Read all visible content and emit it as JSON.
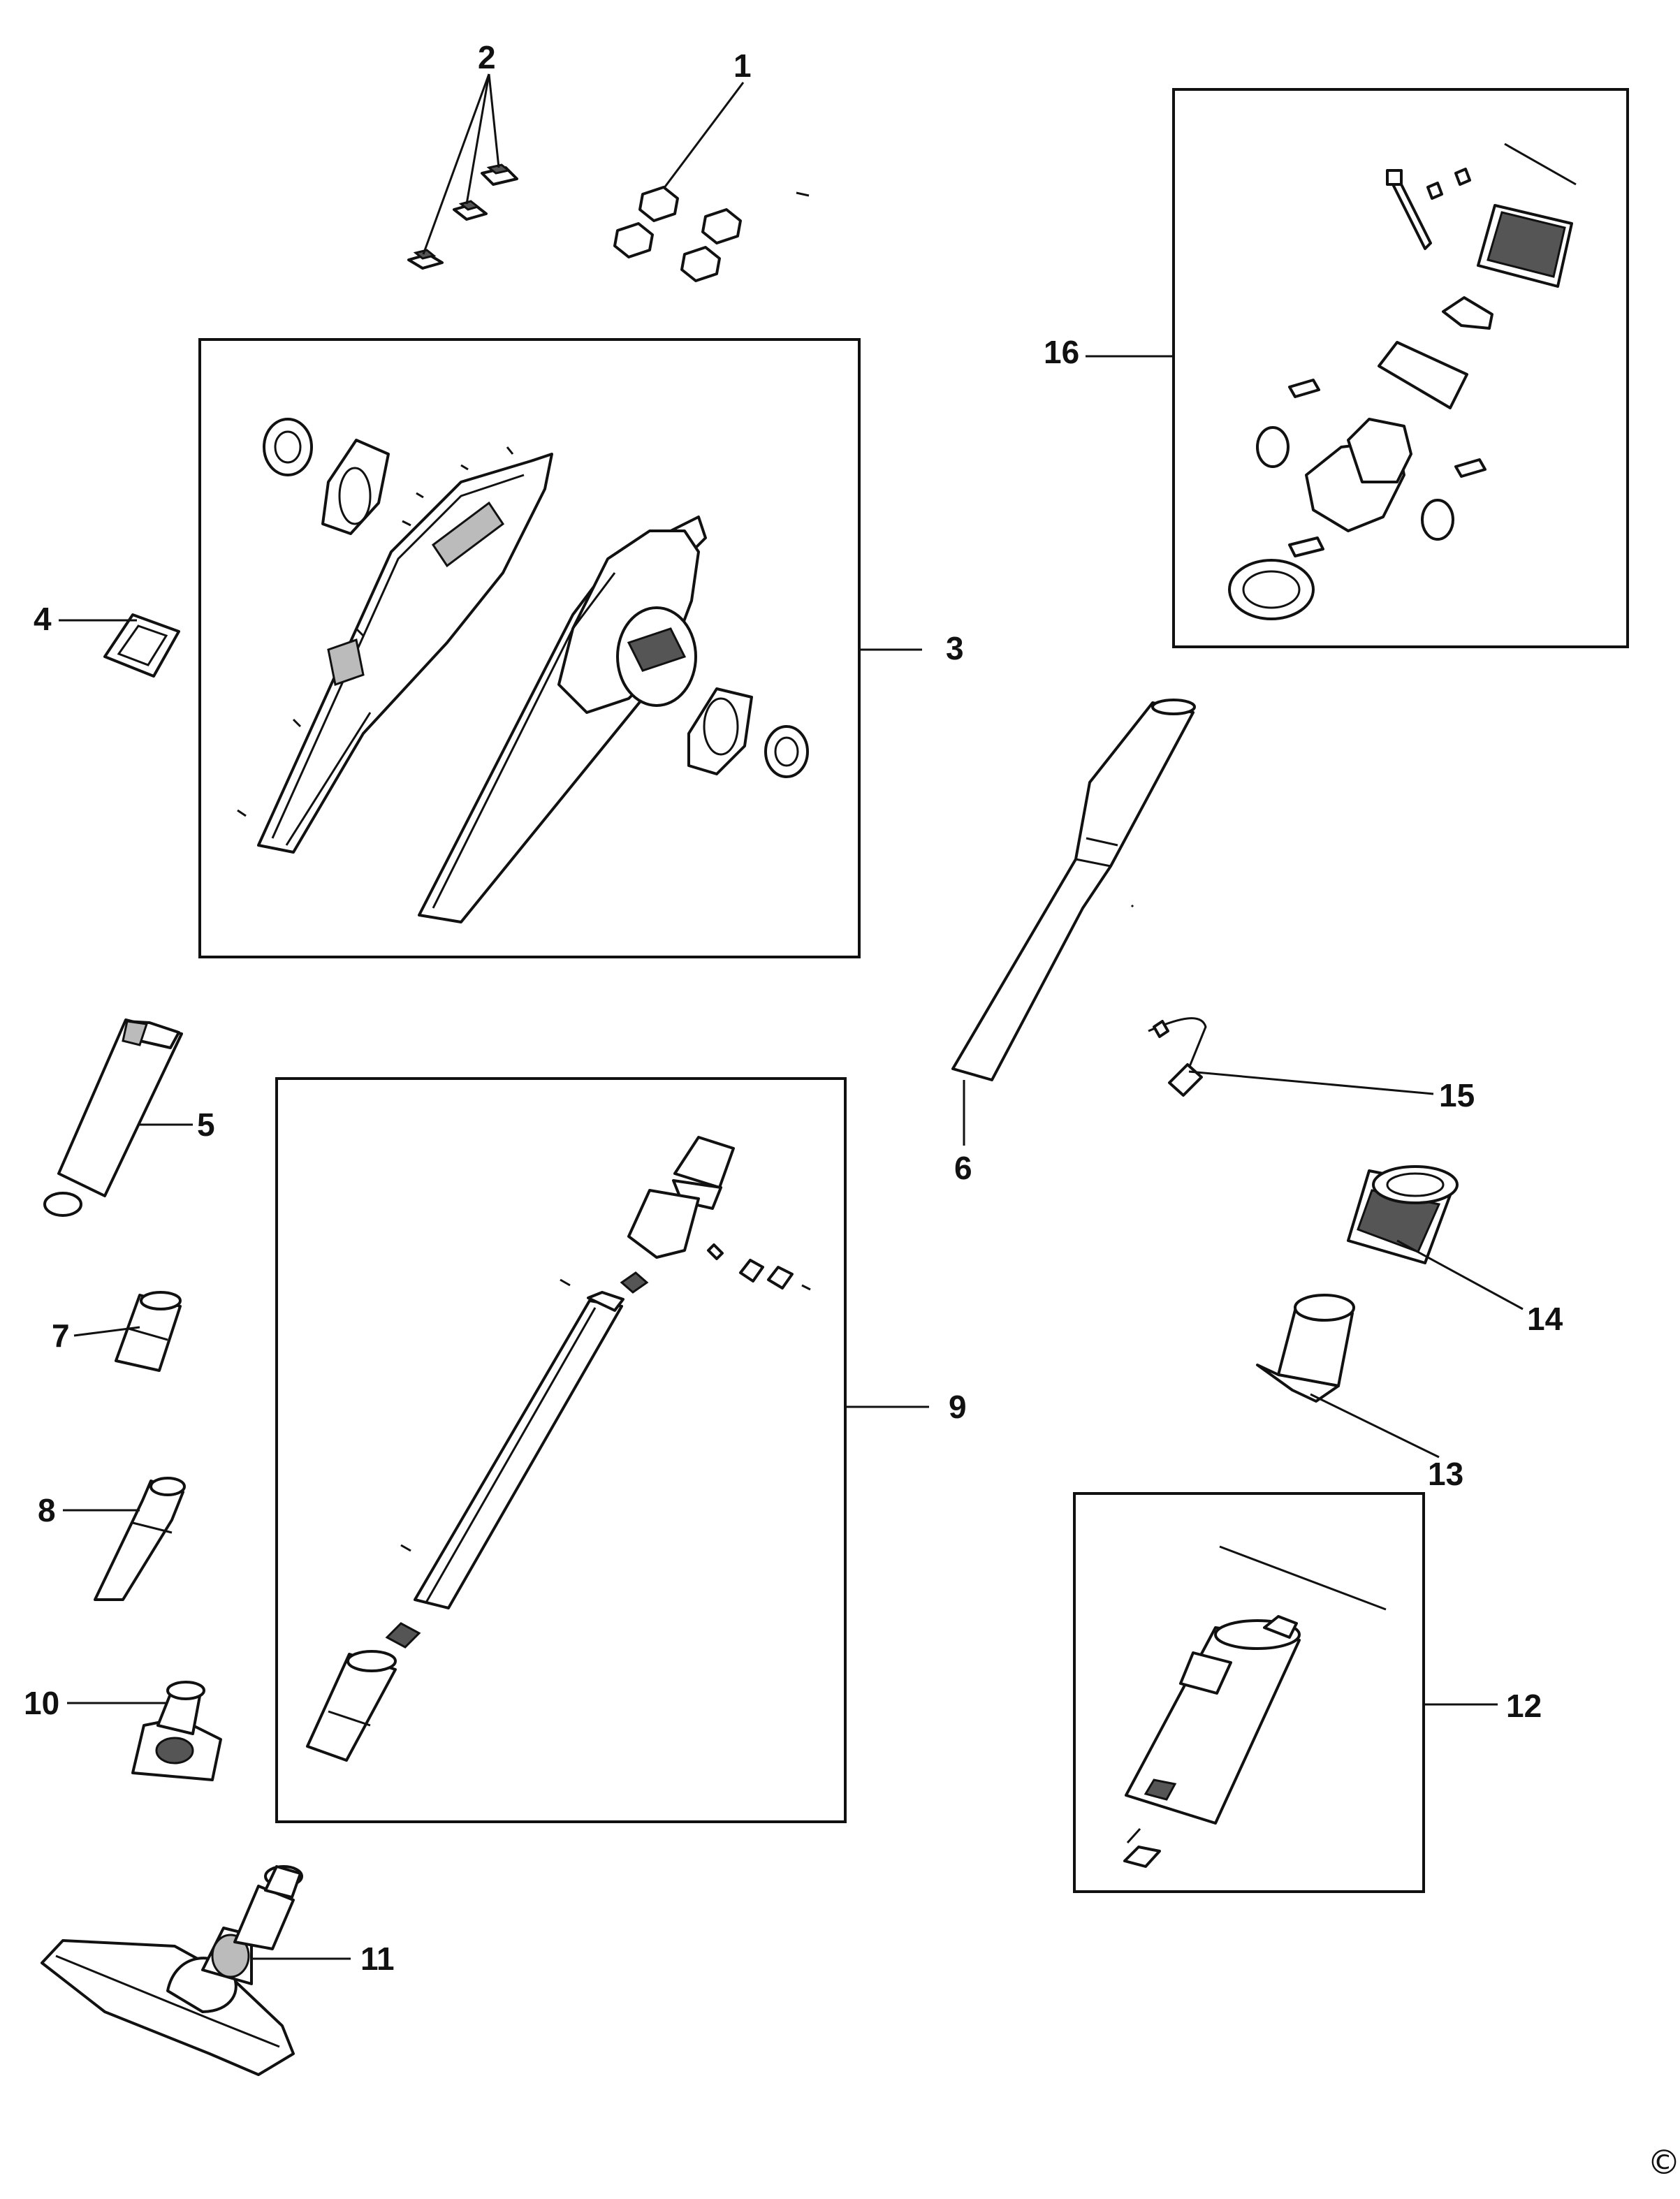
{
  "diagram": {
    "callouts": {
      "c1": "1",
      "c2": "2",
      "c3": "3",
      "c4": "4",
      "c5": "5",
      "c6": "6",
      "c7": "7",
      "c8": "8",
      "c9": "9",
      "c10": "10",
      "c11": "11",
      "c12": "12",
      "c13": "13",
      "c14": "14",
      "c15": "15",
      "c16": "16"
    },
    "copyright_mark": "©"
  }
}
